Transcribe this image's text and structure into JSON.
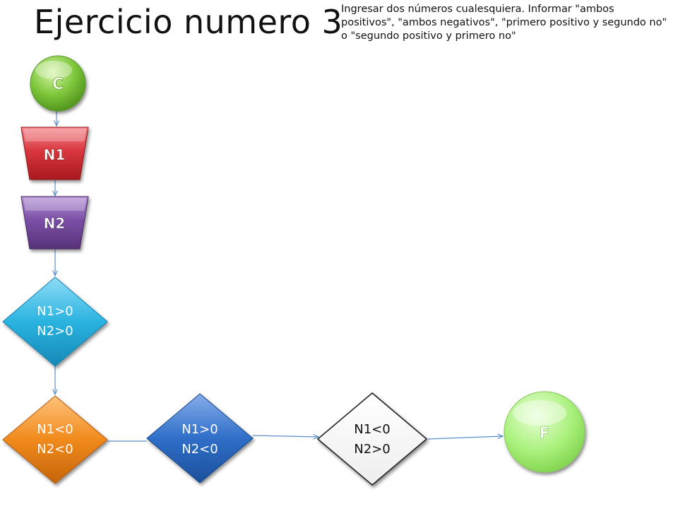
{
  "title": "Ejercicio numero 3",
  "description": "Ingresar dos números cualesquiera. Informar \"ambos positivos\", \"ambos negativos\", \"primero positivo y segundo no\" o \"segundo positivo y primero no\"",
  "nodes": {
    "start": {
      "label": "C",
      "color": "#7dc63a"
    },
    "input_n1": {
      "label": "N1",
      "color": "#d9363e"
    },
    "input_n2": {
      "label": "N2",
      "color": "#7b4fa6"
    },
    "decision_1": {
      "line1": "N1>0",
      "line2": "N2>0",
      "color": "#2ab3e0"
    },
    "decision_2": {
      "line1": "N1<0",
      "line2": "N2<0",
      "color": "#f08a1c"
    },
    "decision_3": {
      "line1": "N1>0",
      "line2": "N2<0",
      "color": "#2f6fc9"
    },
    "decision_4": {
      "line1": "N1<0",
      "line2": "N2>0",
      "color": "#ffffff"
    },
    "end": {
      "label": "F",
      "color": "#a8f07a"
    }
  },
  "connector_color": "#5b8fc9"
}
